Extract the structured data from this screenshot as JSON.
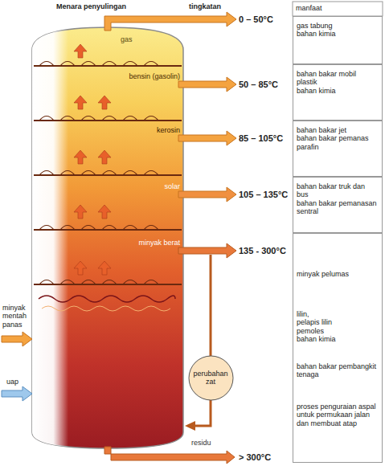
{
  "diagram": {
    "nodes": [
      {
        "text": [
          "gas tabung",
          "bahan kimia"
        ]
      },
      {
        "text": [
          "bahan bakar mobil",
          "plastik",
          "bahan kimia"
        ]
      },
      {
        "text": [
          "bahan bakar jet",
          "bahan bakar pemanas",
          "parafin"
        ]
      },
      {
        "text": [
          "bahan bakar truk dan bus",
          "bahan bakar pemanasan sentral"
        ]
      },
      {
        "text": [
          "minyak pelumas",
          "lilin,",
          "pelapis lilin",
          "pemoles",
          "bahan kimia",
          "bahan bakar pembangkit tenaga",
          "proses penguraian aspal untuk permukaan jalan dan membuat atap"
        ]
      },
      {
        "text": [
          "perubahan zat"
        ]
      }
    ],
    "labels": [
      "Menara penyulingan",
      "tingkatan",
      "manfaat",
      "gas",
      "bensin (gasolin)",
      "kerosin",
      "solar",
      "minyak berat",
      "residu",
      "0 – 50°C",
      "50 – 85°C",
      "85 – 105°C",
      "105 – 135°C",
      "135 - 300°C",
      "> 300°C",
      "minyak mentah panas",
      "uap"
    ]
  }
}
